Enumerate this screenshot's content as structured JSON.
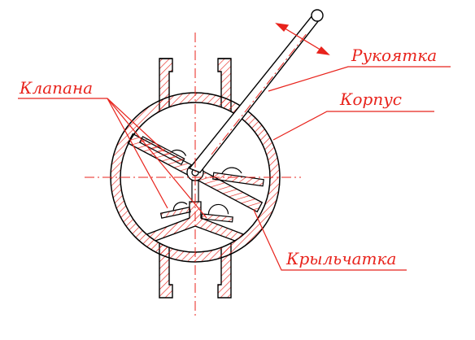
{
  "diagram": {
    "labels": {
      "handle": "Рукоятка",
      "body": "Корпус",
      "valves": "Клапана",
      "impeller": "Крыльчатка"
    },
    "colors": {
      "outline": "#000000",
      "hatch": "#e8231c",
      "centerline": "#e8231c",
      "leader": "#e8231c",
      "text": "#e8231c"
    }
  }
}
